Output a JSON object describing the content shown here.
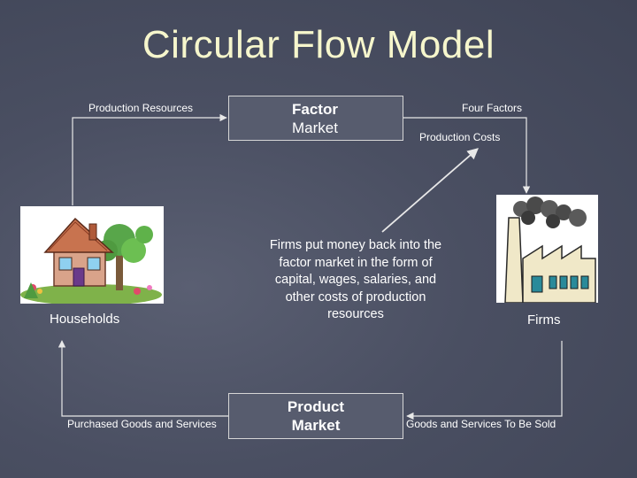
{
  "title": "Circular Flow Model",
  "factor_market": {
    "line1": "Factor",
    "line2": "Market"
  },
  "product_market": {
    "line1": "Product",
    "line2": "Market"
  },
  "labels": {
    "production_resources": "Production Resources",
    "four_factors": "Four Factors",
    "production_costs": "Production Costs",
    "purchased_goods": "Purchased Goods and Services",
    "goods_to_be_sold": "Goods and Services To Be Sold",
    "households": "Households",
    "firms": "Firms"
  },
  "explanation": "Firms put money back into the factor market in the form of capital, wages, salaries, and other costs of production resources",
  "colors": {
    "background": "#4a4f62",
    "title": "#f6f6cc",
    "lines": "#e8e8e8",
    "text": "#ffffff"
  }
}
